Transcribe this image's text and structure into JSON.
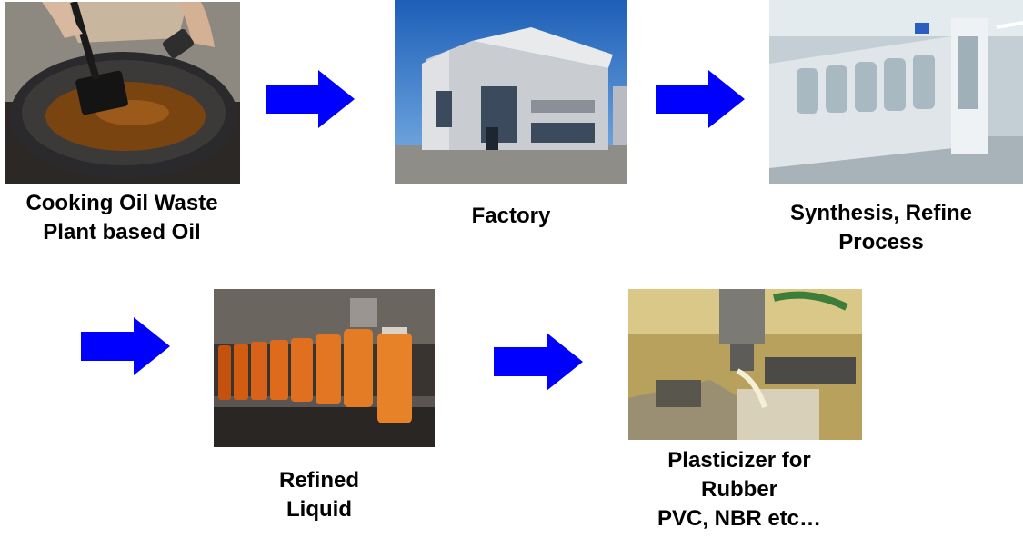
{
  "steps": [
    {
      "id": "oil",
      "lines": [
        "Cooking Oil Waste",
        "Plant based Oil"
      ]
    },
    {
      "id": "factory",
      "lines": [
        "Factory"
      ]
    },
    {
      "id": "synthesis",
      "lines": [
        "Synthesis, Refine",
        "Process"
      ]
    },
    {
      "id": "refined",
      "lines": [
        "Refined",
        "Liquid"
      ]
    },
    {
      "id": "plasticizer",
      "lines": [
        "Plasticizer for",
        "Rubber",
        "PVC, NBR etc…"
      ]
    }
  ],
  "colors": {
    "arrow": "#0000ff",
    "text": "#000000",
    "background": "#ffffff"
  }
}
